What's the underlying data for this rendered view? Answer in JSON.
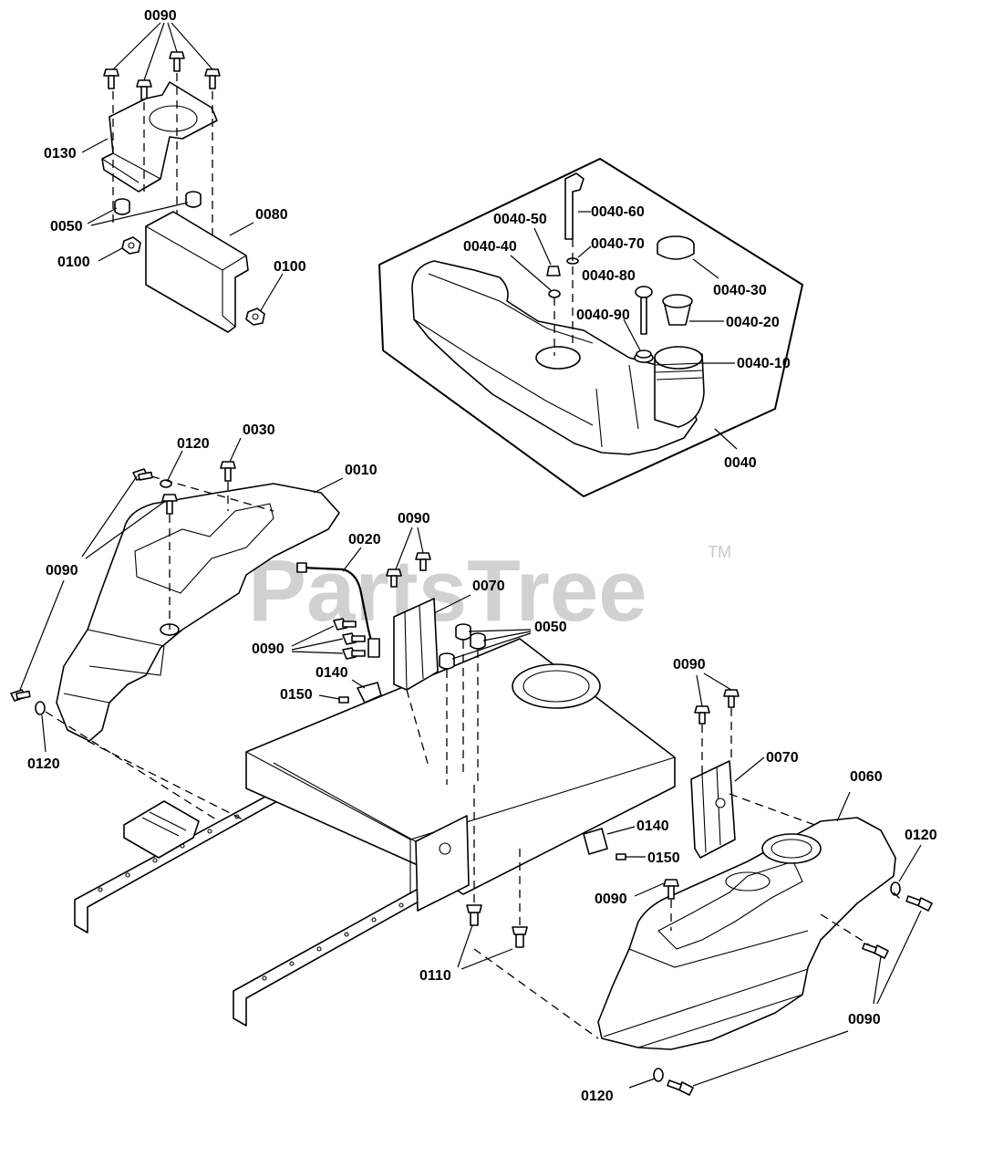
{
  "watermark": {
    "text": "PartsTree",
    "trademark": "TM"
  },
  "callouts": {
    "c0090_a": "0090",
    "c0130": "0130",
    "c0080": "0080",
    "c0050_a": "0050",
    "c0100_a": "0100",
    "c0100_b": "0100",
    "c0040_60": "0040-60",
    "c0040_50": "0040-50",
    "c0040_70": "0040-70",
    "c0040_40": "0040-40",
    "c0040_80": "0040-80",
    "c0040_30": "0040-30",
    "c0040_20": "0040-20",
    "c0040_90": "0040-90",
    "c0040_10": "0040-10",
    "c0040": "0040",
    "c0030": "0030",
    "c0120_a": "0120",
    "c0010": "0010",
    "c0090_b": "0090",
    "c0020": "0020",
    "c0090_c": "0090",
    "c0070_a": "0070",
    "c0050_b": "0050",
    "c0090_d": "0090",
    "c0140_a": "0140",
    "c0150_a": "0150",
    "c0120_b": "0120",
    "c0090_e": "0090",
    "c0070_b": "0070",
    "c0060": "0060",
    "c0120_c": "0120",
    "c0140_b": "0140",
    "c0150_b": "0150",
    "c0090_f": "0090",
    "c0110": "0110",
    "c0090_g": "0090",
    "c0120_d": "0120"
  }
}
